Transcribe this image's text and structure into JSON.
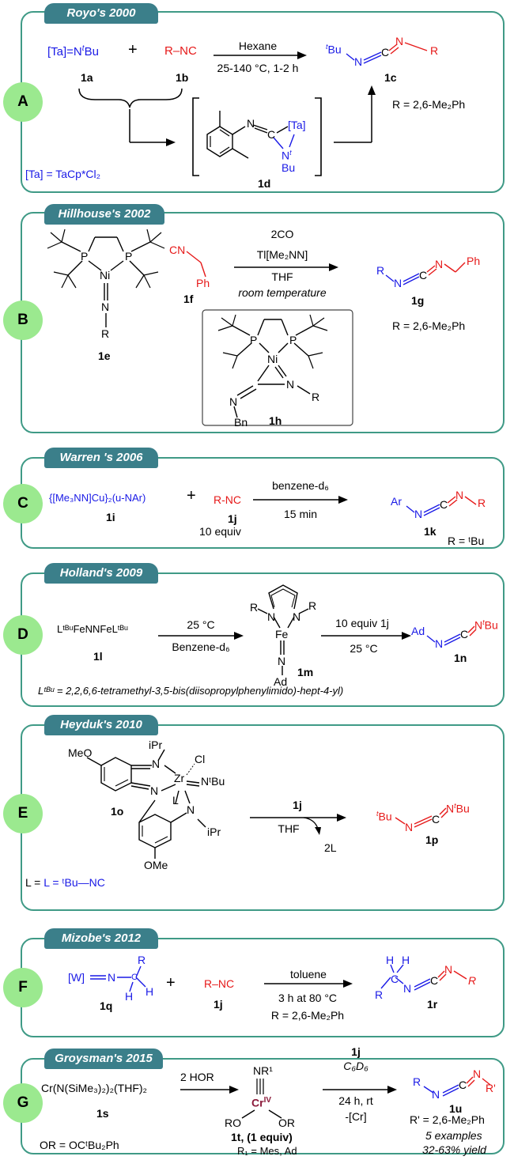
{
  "colors": {
    "panel_border": "#3f9a86",
    "tab_bg": "#3b7f8a",
    "circle_bg": "#9be98f",
    "blue": "#1a1ae6",
    "red": "#e61919"
  },
  "panels": [
    {
      "letter": "A",
      "title": "Royo's 2000",
      "reactant1": "[Ta]=N",
      "reactant1_sup": "t",
      "reactant1_end": "Bu",
      "label1": "1a",
      "plus": "+",
      "reactant2": "R–NC",
      "label2": "1b",
      "cond_top": "Hexane",
      "cond_bottom": "25-140 °C, 1-2 h",
      "product_label": "1c",
      "r_def": "R = 2,6-Me₂Ph",
      "intermediate_label": "1d",
      "ta_def": "[Ta] = TaCp*Cl₂",
      "ta": "[Ta]",
      "n": "N",
      "c": "C",
      "bu": "Bu",
      "t": "t"
    },
    {
      "letter": "B",
      "title": "Hillhouse's 2002",
      "cn": "CN",
      "ph": "Ph",
      "label_f": "1f",
      "label_e": "1e",
      "cond1": "2CO",
      "cond2": "Tl[Me₂NN]",
      "cond3": "THF",
      "cond4": "room temperature",
      "product_label": "1g",
      "r_def": "R = 2,6-Me₂Ph",
      "inset_label": "1h",
      "bn": "Bn",
      "p": "P",
      "ni": "Ni",
      "n": "N",
      "r": "R",
      "c": "C"
    },
    {
      "letter": "C",
      "title": "Warren 's 2006",
      "reactant1": "{[Me₃NN]Cu}₂(u-NAr)",
      "label1": "1i",
      "plus": "+",
      "reactant2": "R-NC",
      "label2": "1j",
      "equiv": "10 equiv",
      "cond_top": "benzene-d₆",
      "cond_bottom": "15 min",
      "ar": "Ar",
      "product_label": "1k",
      "r_def": "R = ᵗBu"
    },
    {
      "letter": "D",
      "title": "Holland's 2009",
      "reactant1": "LᵗᴮᵘFeNNFeLᵗᴮᵘ",
      "label1": "1l",
      "cond1_top": "25 °C",
      "cond1_bottom": "Benzene-d₆",
      "fe": "Fe",
      "ad": "Ad",
      "label_m": "1m",
      "cond2_top": "10 equiv 1j",
      "cond2_bottom": "25 °C",
      "product_label": "1n",
      "footnote": "Lᵗᴮᵘ = 2,2,6,6-tetramethyl-3,5-bis(diisopropylphenylimido)-hept-4-yl)"
    },
    {
      "letter": "E",
      "title": "Heyduk's 2010",
      "meo": "MeO",
      "ome": "OMe",
      "ipr": "iPr",
      "cl": "Cl",
      "zr": "Zr",
      "nbu": "NᵗBu",
      "l": "L",
      "label_o": "1o",
      "cond_top": "1j",
      "cond_bottom": "THF",
      "byproduct": "2L",
      "product_label": "1p",
      "l_def": "L = ᵗBu—NC"
    },
    {
      "letter": "F",
      "title": "Mizobe's 2012",
      "w": "[W]",
      "label_q": "1q",
      "plus": "+",
      "reactant2": "R–NC",
      "label2": "1j",
      "cond1": "toluene",
      "cond2": "3 h at 80 °C",
      "cond3": "R = 2,6-Me₂Ph",
      "product_label": "1r"
    },
    {
      "letter": "G",
      "title": "Groysman's 2015",
      "reactant1": "Cr(N(SiMe₃)₂)₂(THF)₂",
      "label1": "1s",
      "cond1": "2 HOR",
      "nr1": "NR¹",
      "cr": "Cr",
      "iv": "IV",
      "ro": "RO",
      "or": "OR",
      "label_t": "1t, (1 equiv)",
      "r1_def": "R₁ = Mes, Ad",
      "cond2_1": "1j",
      "cond2_2": "C₆D₆",
      "cond2_3": "24 h, rt",
      "cond2_4": "-[Cr]",
      "product_label": "1u",
      "r_def": "R' = 2,6-Me₂Ph",
      "examples": "5 examples",
      "yield": "32-63% yield",
      "or_def": "OR = OCᵗBu₂Ph"
    }
  ]
}
